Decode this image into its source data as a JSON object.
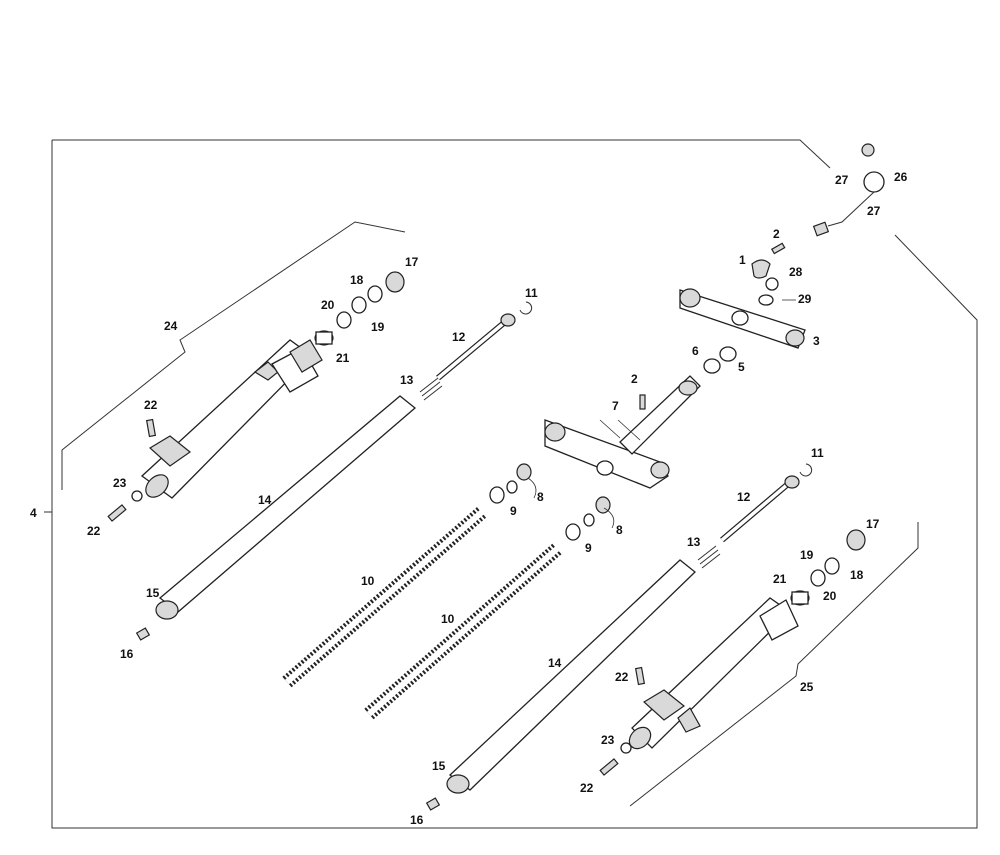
{
  "labels": {
    "l1": "1",
    "l2a": "2",
    "l2b": "2",
    "l3": "3",
    "l4": "4",
    "l5": "5",
    "l6": "6",
    "l7": "7",
    "l8a": "8",
    "l8b": "8",
    "l9a": "9",
    "l9b": "9",
    "l10a": "10",
    "l10b": "10",
    "l11a": "11",
    "l11b": "11",
    "l12a": "12",
    "l12b": "12",
    "l13a": "13",
    "l13b": "13",
    "l14a": "14",
    "l14b": "14",
    "l15a": "15",
    "l15b": "15",
    "l16a": "16",
    "l16b": "16",
    "l17a": "17",
    "l17b": "17",
    "l18a": "18",
    "l18b": "18",
    "l19a": "19",
    "l19b": "19",
    "l20a": "20",
    "l20b": "20",
    "l21a": "21",
    "l21b": "21",
    "l22a": "22",
    "l22b": "22",
    "l22c": "22",
    "l22d": "22",
    "l23a": "23",
    "l23b": "23",
    "l24": "24",
    "l25": "25",
    "l26": "26",
    "l27a": "27",
    "l27b": "27",
    "l28": "28",
    "l29": "29"
  },
  "colors": {
    "line": "#222222",
    "metal": "#d9d9d9",
    "background": "#ffffff"
  }
}
